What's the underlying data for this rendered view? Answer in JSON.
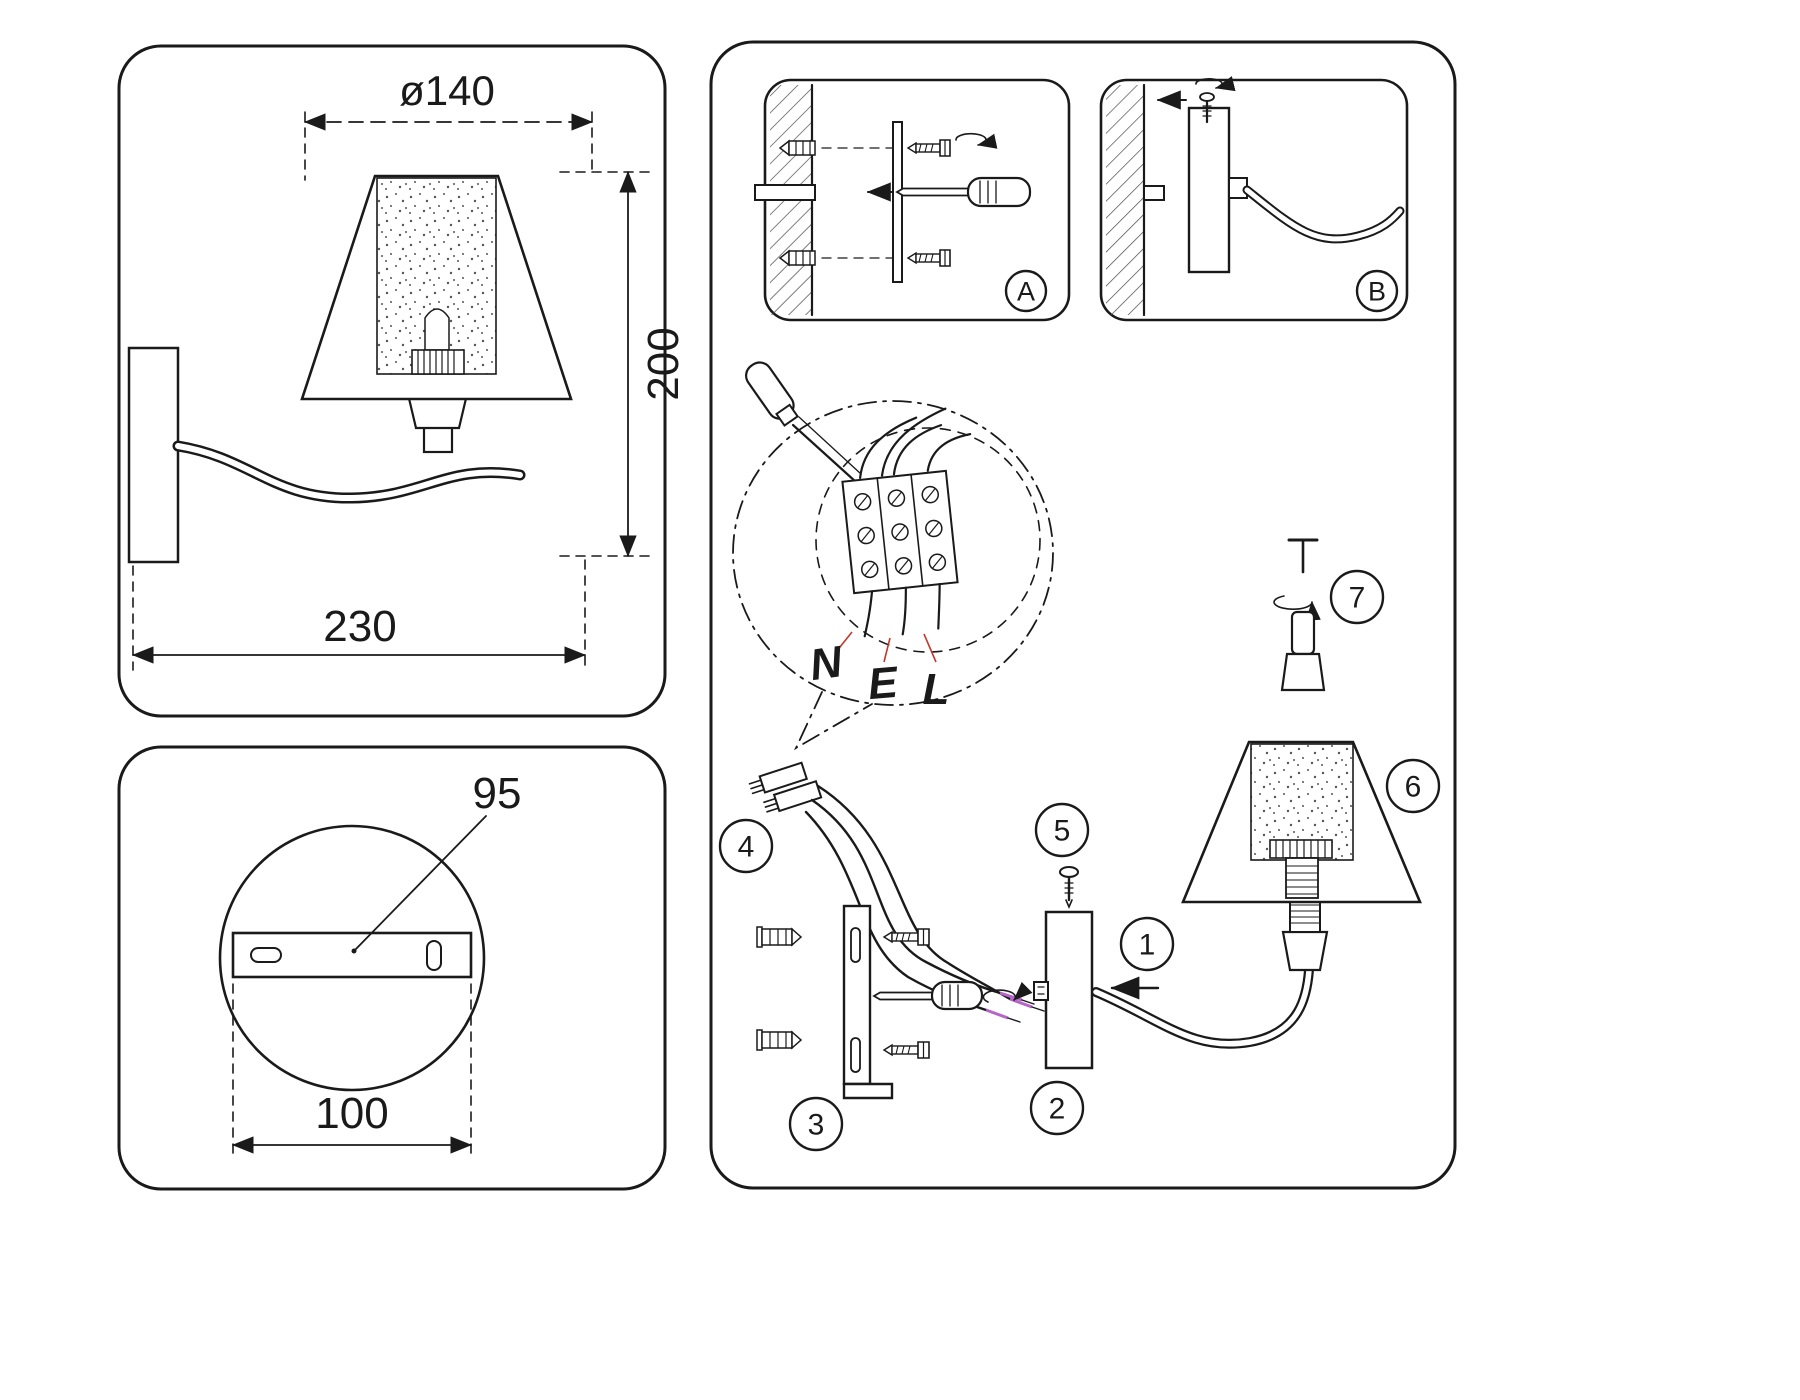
{
  "side_view": {
    "diameter": "ø140",
    "height": "200",
    "depth": "230"
  },
  "plate_view": {
    "hole_offset": "95",
    "width": "100"
  },
  "insets": {
    "a": "A",
    "b": "B"
  },
  "wiring": {
    "neutral": "N",
    "earth": "E",
    "live": "L"
  },
  "parts": {
    "p1": "1",
    "p2": "2",
    "p3": "3",
    "p4": "4",
    "p5": "5",
    "p6": "6",
    "p7": "7"
  },
  "colors": {
    "leader": "#c0392b",
    "wire_end": "#b565c8"
  }
}
